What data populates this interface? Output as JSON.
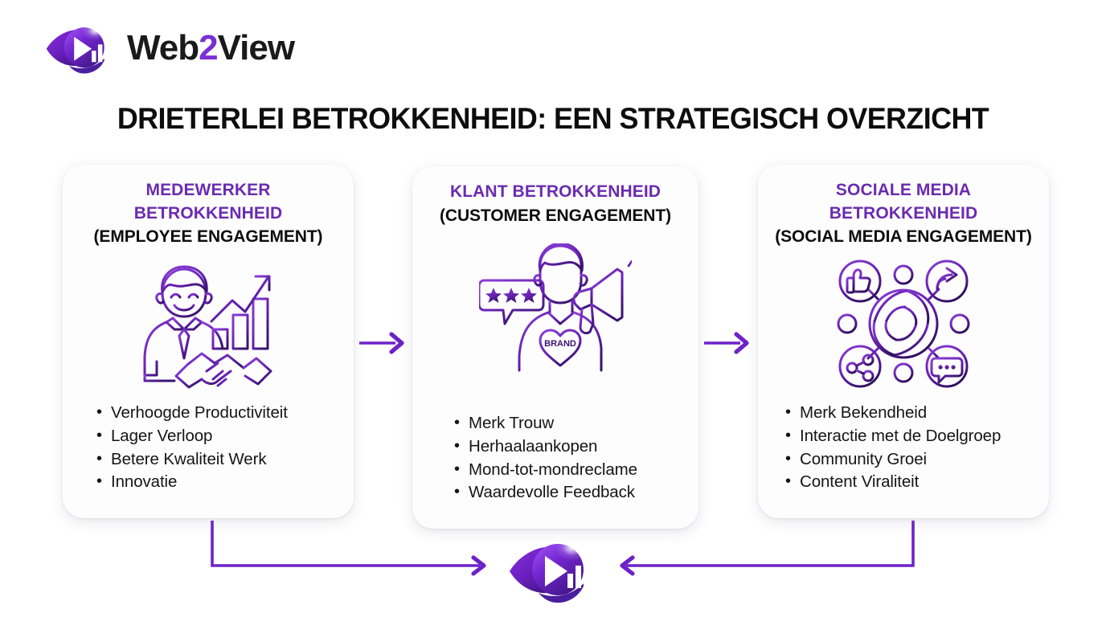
{
  "brand": {
    "name_part1": "Web",
    "name_part2": "2",
    "name_part3": "View",
    "logo_icon": "web2view-eye-play-chart-logo",
    "accent_purple": "#7b2fd4",
    "deep_purple": "#4a1f9e"
  },
  "header": {
    "title": "DRIETERLEI BETROKKENHEID: EEN STRATEGISCH OVERZICHT"
  },
  "cards": [
    {
      "id": "employee-engagement",
      "title_nl_line1": "MEDEWERKER",
      "title_nl_line2": "BETROKKENHEID",
      "title_en": "(EMPLOYEE ENGAGEMENT)",
      "icon": "employee-handshake-growth-chart-icon",
      "bullets": [
        "Verhoogde Productiviteit",
        "Lager Verloop",
        "Betere Kwaliteit Werk",
        "Innovatie"
      ]
    },
    {
      "id": "customer-engagement",
      "title_nl_line1": "KLANT BETROKKENHEID",
      "title_nl_line2": "",
      "title_en": "(CUSTOMER ENGAGEMENT)",
      "icon": "customer-megaphone-brand-heart-icon",
      "icon_label": "BRAND",
      "bullets": [
        "Merk Trouw",
        "Herhaalaankopen",
        "Mond-tot-mondreclame",
        "Waardevolle Feedback"
      ]
    },
    {
      "id": "social-media-engagement",
      "title_nl_line1": "SOCIALE MEDIA",
      "title_nl_line2": "BETROKKENHEID",
      "title_en": "(SOCIAL MEDIA ENGAGEMENT)",
      "icon": "social-network-hub-icon",
      "bullets": [
        "Merk Bekendheid",
        "Interactie met de Doelgroep",
        "Community Groei",
        "Content Viraliteit"
      ]
    }
  ],
  "connectors": {
    "arrow_1_2": "arrow-right-icon",
    "arrow_2_3": "arrow-right-icon",
    "feedback_left": "feedback-loop-left-arrow",
    "feedback_right": "feedback-loop-right-arrow",
    "color": "#6d22c9"
  },
  "footer": {
    "logo_icon": "web2view-eye-play-chart-logo"
  }
}
